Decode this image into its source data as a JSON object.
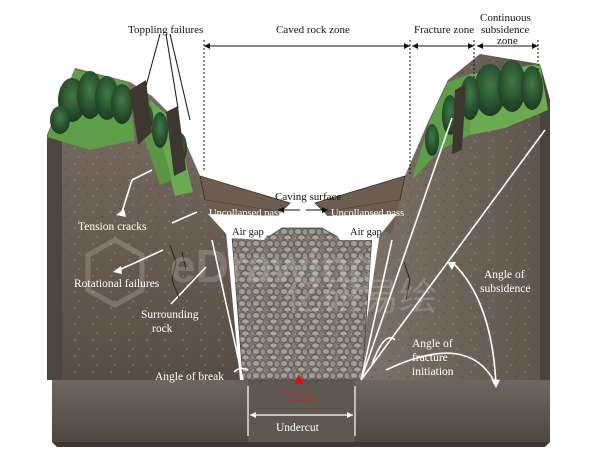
{
  "labels": {
    "toppling": "Toppling failures",
    "caved": "Caved rock zone",
    "fracture": "Fracture  zone",
    "continuous_1": "Continuous",
    "continuous_2": "subsidence",
    "continuous_3": "zone",
    "caving_surface": "Caving surface",
    "uncollapsed_left": "Uncollapsed pass",
    "uncollapsed_right": "Uncollapsed pass",
    "air_gap_left": "Air gap",
    "air_gap_right": "Air gap",
    "tension": "Tension cracks",
    "rotational": "Rotational failures",
    "surrounding_1": "Surrounding",
    "surrounding_2": "rock",
    "angle_subsidence_1": "Angle of",
    "angle_subsidence_2": "subsidence",
    "angle_fracture_1": "Angle of",
    "angle_fracture_2": "fracture",
    "angle_fracture_3": "initiation",
    "angle_break": "Angle of break",
    "undercut": "Undercut",
    "extraction_1": "Ore extraction",
    "extraction_2": "(drawpoint)"
  },
  "watermark": {
    "latin": "eDrawing",
    "cjk": "亿研易绘"
  },
  "colors": {
    "sky": "#ffffff",
    "soil": "#6f6459",
    "soil_dark": "#4f463e",
    "front_face": "#5a5048",
    "bottom_slab": "#6a625c",
    "grass": "#6aa84f",
    "forest": "#2f5a33",
    "rubble": "#8a8580",
    "pass": "#6b5a4f",
    "air_gap": "#ffffff",
    "accent_red": "#e01010"
  }
}
